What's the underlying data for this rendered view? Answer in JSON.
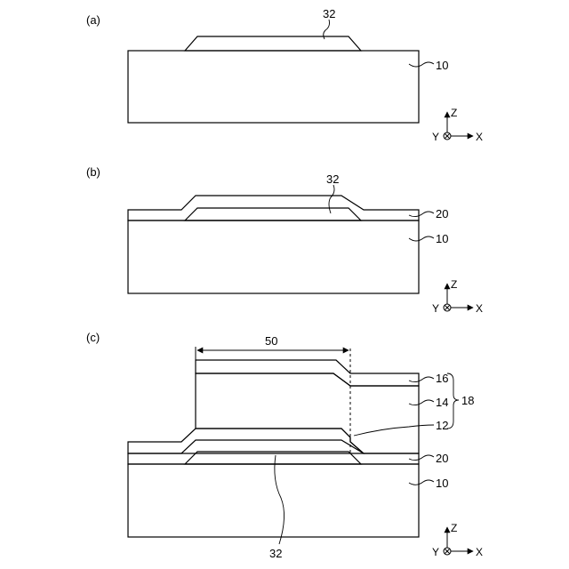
{
  "panels": {
    "a": {
      "label": "(a)"
    },
    "b": {
      "label": "(b)"
    },
    "c": {
      "label": "(c)"
    }
  },
  "labels": {
    "l32": "32",
    "l10": "10",
    "l20": "20",
    "l16": "16",
    "l14": "14",
    "l12": "12",
    "l18": "18",
    "l50": "50"
  },
  "axes": {
    "z": "Z",
    "y": "Y",
    "x": "X"
  }
}
